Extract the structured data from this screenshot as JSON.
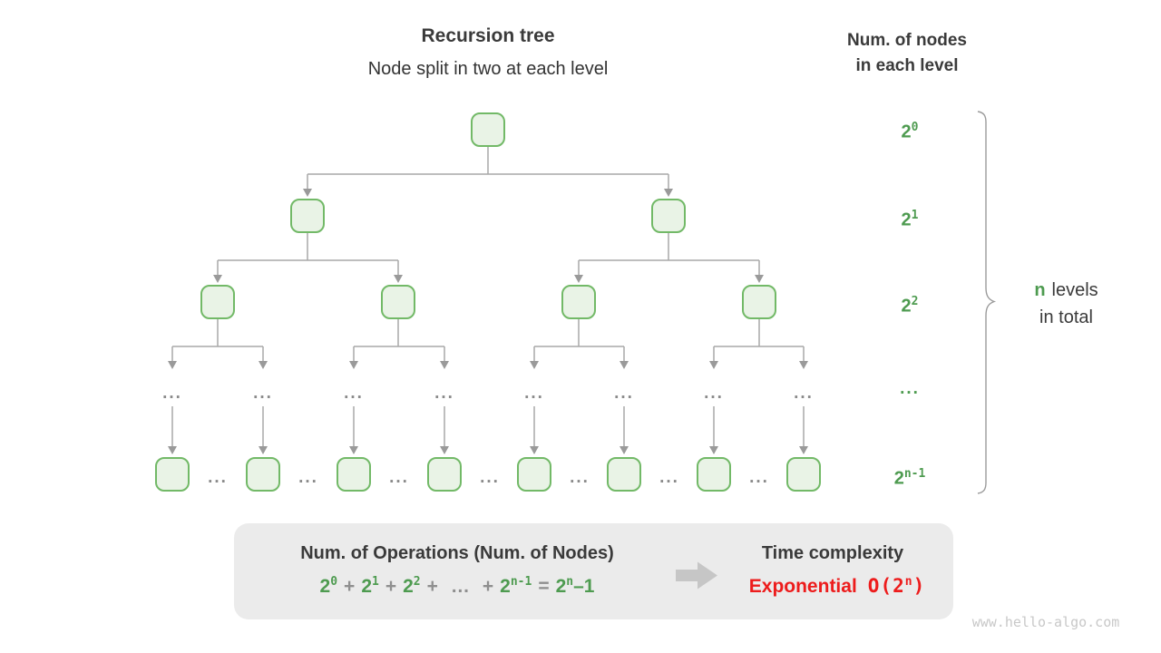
{
  "header": {
    "title": "Recursion tree",
    "subtitle": "Node split in two at each level"
  },
  "right_header": {
    "line1": "Num. of nodes",
    "line2": "in each level"
  },
  "tree": {
    "dots": "..."
  },
  "levels": [
    {
      "base": "2",
      "exp": "0"
    },
    {
      "base": "2",
      "exp": "1"
    },
    {
      "base": "2",
      "exp": "2"
    },
    {
      "dots": "..."
    },
    {
      "base": "2",
      "exp": "n-1"
    }
  ],
  "brace_note": {
    "n": "n",
    "line1_rest": "levels",
    "line2": "in total"
  },
  "summary_box": {
    "operations_title": "Num. of Operations (Num. of Nodes)",
    "formula": {
      "t0_base": "2",
      "t0_exp": "0",
      "plus": "+",
      "t1_base": "2",
      "t1_exp": "1",
      "t2_base": "2",
      "t2_exp": "2",
      "ellipsis": "…",
      "t3_base": "2",
      "t3_exp": "n-1",
      "equals": "=",
      "res_base": "2",
      "res_exp": "n",
      "res_tail": "–1"
    },
    "time_title": "Time complexity",
    "complexity_label": "Exponential",
    "big_o": {
      "prefix": "O(2",
      "exp": "n",
      "suffix": ")"
    }
  },
  "watermark": "www.hello-algo.com",
  "colors": {
    "green_text": "#4e9b50",
    "node_border": "#72b967",
    "node_fill": "#e9f3e6",
    "line_gray": "#a9a9a9",
    "operator_gray": "#8f8f8f",
    "red": "#ed1c1c",
    "box_bg": "#ebebeb",
    "dark_text": "#3a3a3a",
    "watermark_gray": "#c8c8c8"
  }
}
